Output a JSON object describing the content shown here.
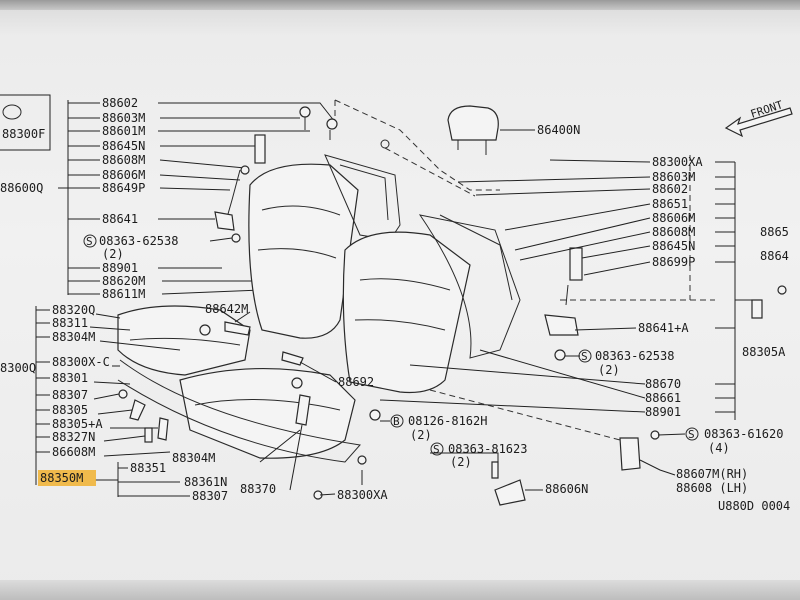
{
  "highlight": "#f0b43a",
  "labels": {
    "l88300F": "88300F",
    "l88600Q": "88600Q",
    "l88602a": "88602",
    "l88603Ma": "88603M",
    "l88601M": "88601M",
    "l88645Na": "88645N",
    "l88608Ma": "88608M",
    "l88606Ma": "88606M",
    "l88649P": "88649P",
    "l88641a": "88641",
    "l08363_62538a": "08363-62538",
    "l2a": "(2)",
    "l88901a": "88901",
    "l88620M": "88620M",
    "l88611M": "88611M",
    "l88300XAa": "88300XA",
    "l86400N": "86400N",
    "lFRONT": "FRONT",
    "l88300XAb": "88300XA",
    "l88603Mb": "88603M",
    "l88602b": "88602",
    "l88651": "88651",
    "l88606Mb": "88606M",
    "l88608Mb": "88608M",
    "l88645Nb": "88645N",
    "l88699P": "88699P",
    "l8865": "8865",
    "l8864": "8864",
    "l88641A": "88641+A",
    "l08363_62538b": "08363-62538",
    "l2b": "(2)",
    "l88305A": "88305A",
    "l88670": "88670",
    "l88661": "88661",
    "l88901b": "88901",
    "l88320Q": "88320Q",
    "l88311": "88311",
    "l88304Ma": "88304M",
    "l88300Q": "8300Q",
    "l88300XC": "88300X-C",
    "l88301": "88301",
    "l88307a": "88307",
    "l88305": "88305",
    "l88305A2": "88305+A",
    "l88327N": "88327N",
    "l86608M": "86608M",
    "l88350M": "88350M",
    "l88351": "88351",
    "l88361N": "88361N",
    "l88307b": "88307",
    "l88304Mb": "88304M",
    "l88370": "88370",
    "l88300XAc": "88300XA",
    "l88642M": "88642M",
    "l88692": "88692",
    "l08126_8162H": "08126-8162H",
    "l2c": "(2)",
    "l08363_81623": "08363-81623",
    "l2d": "(2)",
    "l88606N": "88606N",
    "l08363_6162": "08363-61620",
    "l4": "(4)",
    "l88607M": "88607M(RH)",
    "l88608LH": "88608 (LH)",
    "lU880D": "U880D 0004",
    "sym": "S",
    "symB": "B"
  }
}
